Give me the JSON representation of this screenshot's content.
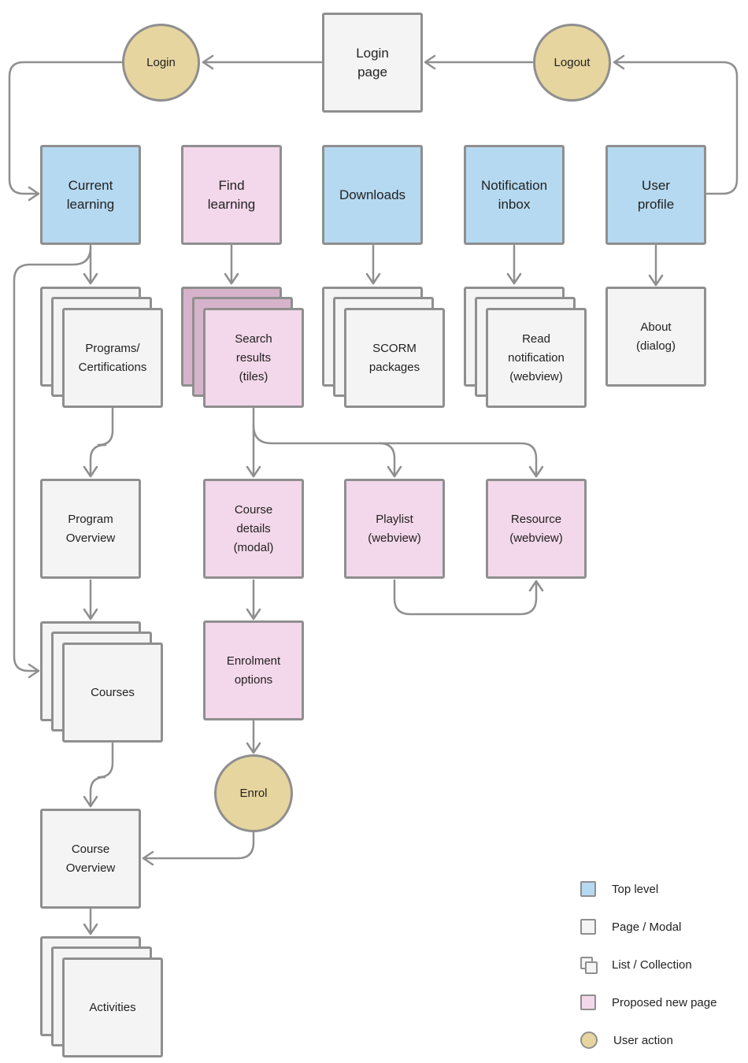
{
  "nodes": {
    "login_page": "Login\npage",
    "current_learning": "Current\nlearning",
    "find_learning": "Find\nlearning",
    "downloads": "Downloads",
    "notification_inbox": "Notification\ninbox",
    "user_profile": "User\nprofile",
    "programs_certifications": "Programs/\nCertifications",
    "search_results": "Search\nresults\n(tiles)",
    "scorm_packages": "SCORM\npackages",
    "read_notification": "Read\nnotification\n(webview)",
    "about_dialog": "About\n(dialog)",
    "program_overview": "Program\nOverview",
    "course_details": "Course\ndetails\n(modal)",
    "playlist": "Playlist\n(webview)",
    "resource": "Resource\n(webview)",
    "courses": "Courses",
    "enrolment_options": "Enrolment\noptions",
    "course_overview": "Course\nOverview",
    "activities": "Activities"
  },
  "actions": {
    "login": "Login",
    "logout": "Logout",
    "enrol": "Enrol"
  },
  "legend": {
    "top_level": "Top level",
    "page_modal": "Page / Modal",
    "list_collection": "List / Collection",
    "proposed_new_page": "Proposed new page",
    "user_action": "User action"
  },
  "colors": {
    "top_level": "#b5d9f0",
    "page_modal": "#f4f4f4",
    "proposed_new_page": "#f3d7ea",
    "user_action": "#e6d59f",
    "border": "#8f8f8f"
  }
}
